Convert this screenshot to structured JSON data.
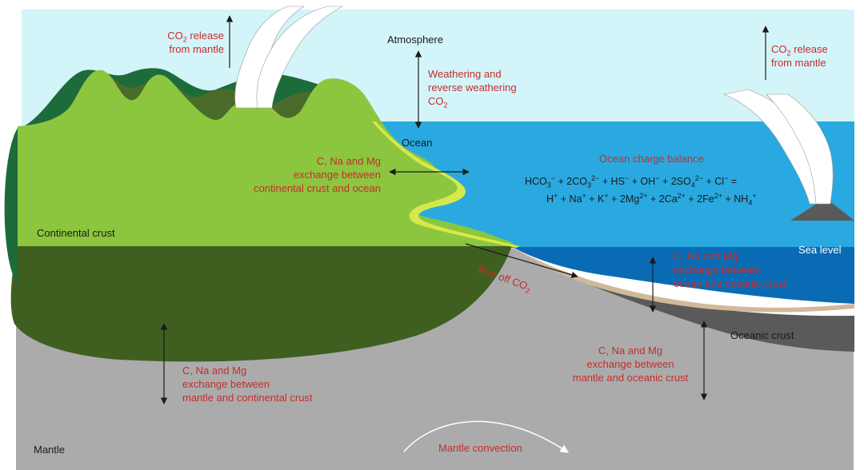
{
  "labels": {
    "atmosphere": "Atmosphere",
    "ocean": "Ocean",
    "continental_crust": "Continental crust",
    "sea_level": "Sea level",
    "oceanic_crust": "Oceanic crust",
    "mantle": "Mantle",
    "mantle_convection": "Mantle convection",
    "co2_release_left": {
      "pre": "CO",
      "sub": "2",
      "post": " release",
      "line2": "from mantle"
    },
    "co2_release_right": {
      "pre": "CO",
      "sub": "2",
      "post": " release",
      "line2": "from mantle"
    },
    "weathering": {
      "line1": "Weathering and",
      "line2": "reverse weathering",
      "line3_pre": "CO",
      "line3_sub": "2"
    },
    "exchange_continent_ocean": {
      "line1": "C, Na and Mg",
      "line2": "exchange between",
      "line3": "continental crust and ocean"
    },
    "exchange_ocean_oceanic": {
      "line1": "C, Na and Mg",
      "line2": "exchange between",
      "line3": "ocean and oceanic crust"
    },
    "exchange_mantle_continental": {
      "line1": "C, Na and Mg",
      "line2": "exchange between",
      "line3": "mantle and continental crust"
    },
    "exchange_mantle_oceanic": {
      "line1": "C, Na and Mg",
      "line2": "exchange between",
      "line3": "mantle and oceanic crust"
    },
    "run_off": {
      "pre": "Run off CO",
      "sub": "2"
    },
    "ocean_charge_balance": "Ocean charge balance"
  },
  "equation": {
    "line1": [
      {
        "t": "HCO"
      },
      {
        "sub": "3"
      },
      {
        "sup": "−"
      },
      {
        "t": " + 2CO"
      },
      {
        "sub": "3"
      },
      {
        "sup": "2−"
      },
      {
        "t": " + HS"
      },
      {
        "sup": "−"
      },
      {
        "t": " + OH"
      },
      {
        "sup": "−"
      },
      {
        "t": " + 2SO"
      },
      {
        "sub": "4"
      },
      {
        "sup": "2−"
      },
      {
        "t": " + Cl"
      },
      {
        "sup": "−"
      },
      {
        "t": " ="
      }
    ],
    "line2": [
      {
        "t": "H"
      },
      {
        "sup": "+"
      },
      {
        "t": " + Na"
      },
      {
        "sup": "+"
      },
      {
        "t": " + K"
      },
      {
        "sup": "+"
      },
      {
        "t": " + 2Mg"
      },
      {
        "sup": "2+"
      },
      {
        "t": " + 2Ca"
      },
      {
        "sup": "2+"
      },
      {
        "t": " + 2Fe"
      },
      {
        "sup": "2+"
      },
      {
        "t": " + NH"
      },
      {
        "sub": "4"
      },
      {
        "sup": "+"
      }
    ]
  },
  "colors": {
    "sky": "#d3f4f8",
    "ocean": "#29a9e0",
    "deep_ocean": "#0a6bb5",
    "mantle": "#ababab",
    "mountain_light": "#8cc63f",
    "mountain_dark": "#4a6b2a",
    "mountain_edge": "#1d6b3a",
    "crust_dark": "#3f5f21",
    "coast_yellow": "#d6e94a",
    "oceanic_crust": "#5a5a5a",
    "sediment": "#d2b89a",
    "text_red": "#c62d2d"
  }
}
